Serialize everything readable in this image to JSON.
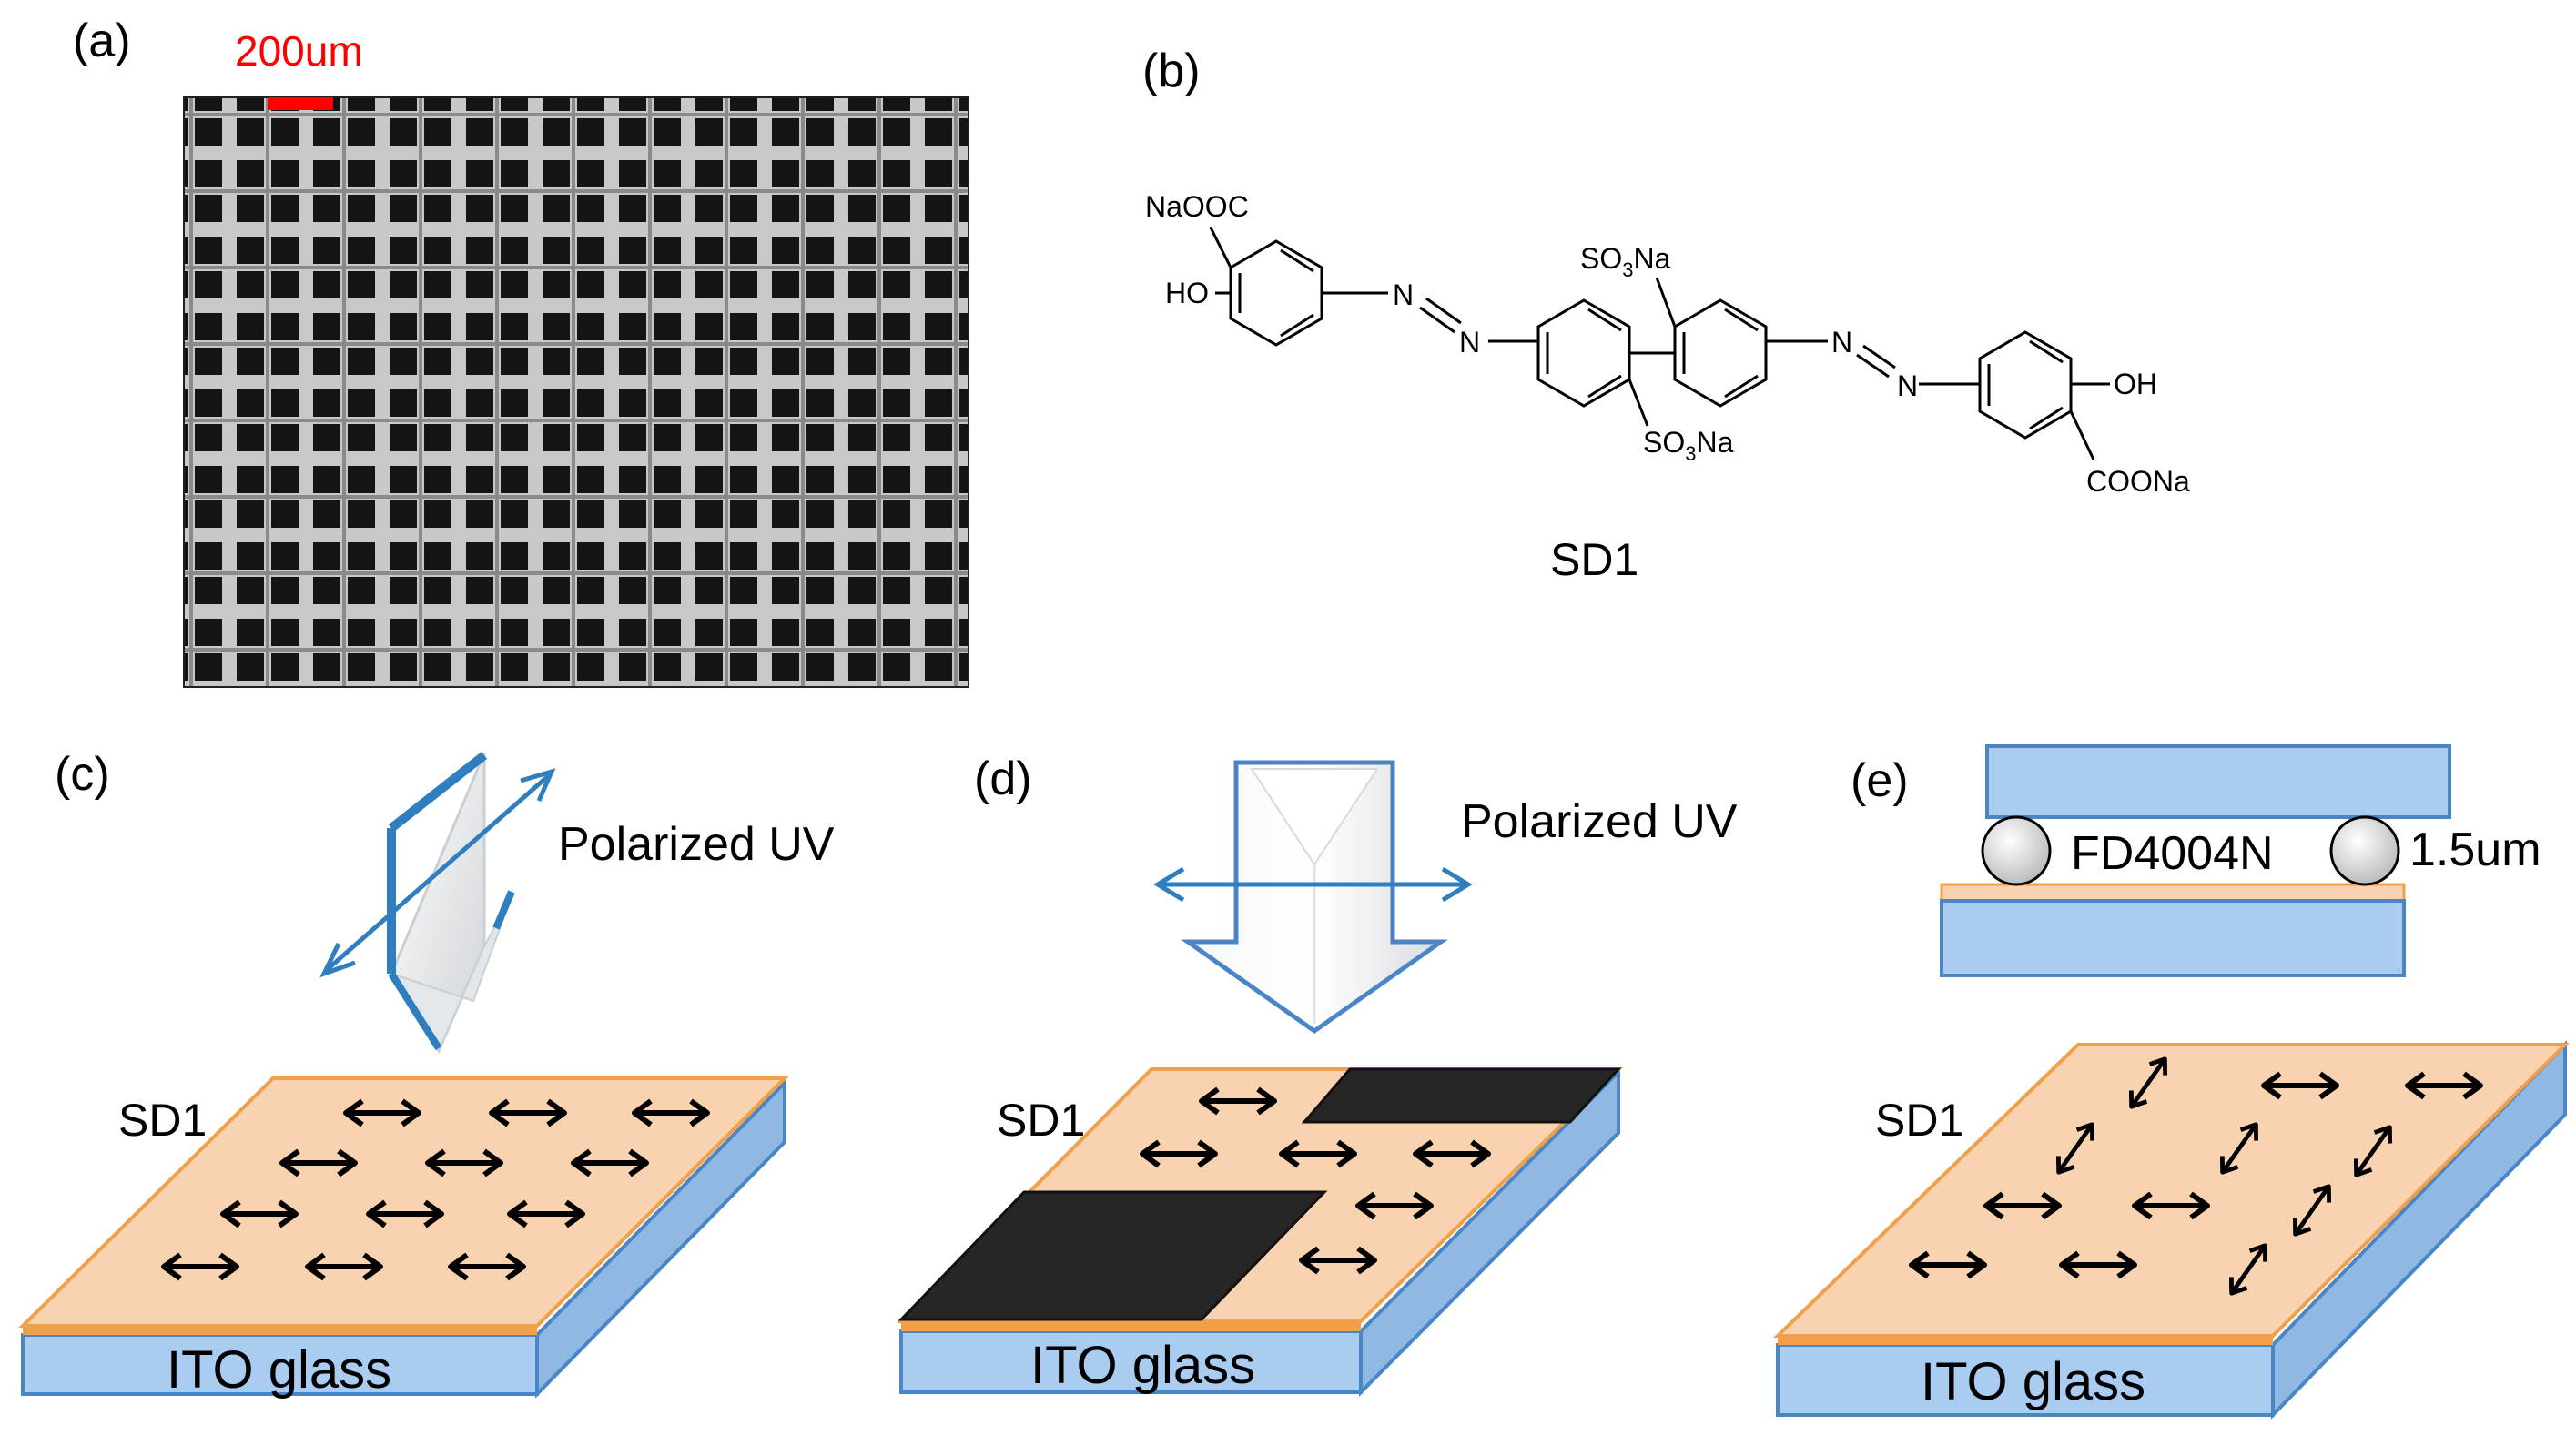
{
  "panels": {
    "a": {
      "label": "(a)",
      "scale_bar_text": "200um",
      "scale_bar_color": "#ff0000"
    },
    "b": {
      "label": "(b)",
      "caption": "SD1",
      "groups": {
        "naooc": "NaOOC",
        "ho": "HO",
        "n1": "N",
        "n2": "N",
        "n3": "N",
        "n4": "N",
        "so3na_top": "SO",
        "so3na_top_sub": "3",
        "so3na_top_end": "Na",
        "so3na_bottom": "SO",
        "so3na_bottom_sub": "3",
        "so3na_bottom_end": "Na",
        "oh": "OH",
        "coona": "COONa"
      }
    },
    "c": {
      "label": "(c)",
      "uv_text": "Polarized UV",
      "layer_text": "SD1",
      "substrate_text": "ITO glass"
    },
    "d": {
      "label": "(d)",
      "uv_text": "Polarized UV",
      "layer_text": "SD1",
      "substrate_text": "ITO glass"
    },
    "e": {
      "label": "(e)",
      "lc_text": "FD4004N",
      "spacer_text": "1.5um",
      "layer_text": "SD1",
      "substrate_text": "ITO glass"
    }
  },
  "colors": {
    "glass_blue": "#a9ccf0",
    "glass_edge": "#4a86c6",
    "sd1_orange": "#f9d2b0",
    "sd1_edge": "#f0a04a",
    "polarization_arrow": "#2f7fc0",
    "mask_black": "#262626"
  },
  "icons": [
    "uv-arrow-icon",
    "double-headed-arrow-icon",
    "spacer-bead-icon",
    "photomask-icon"
  ]
}
